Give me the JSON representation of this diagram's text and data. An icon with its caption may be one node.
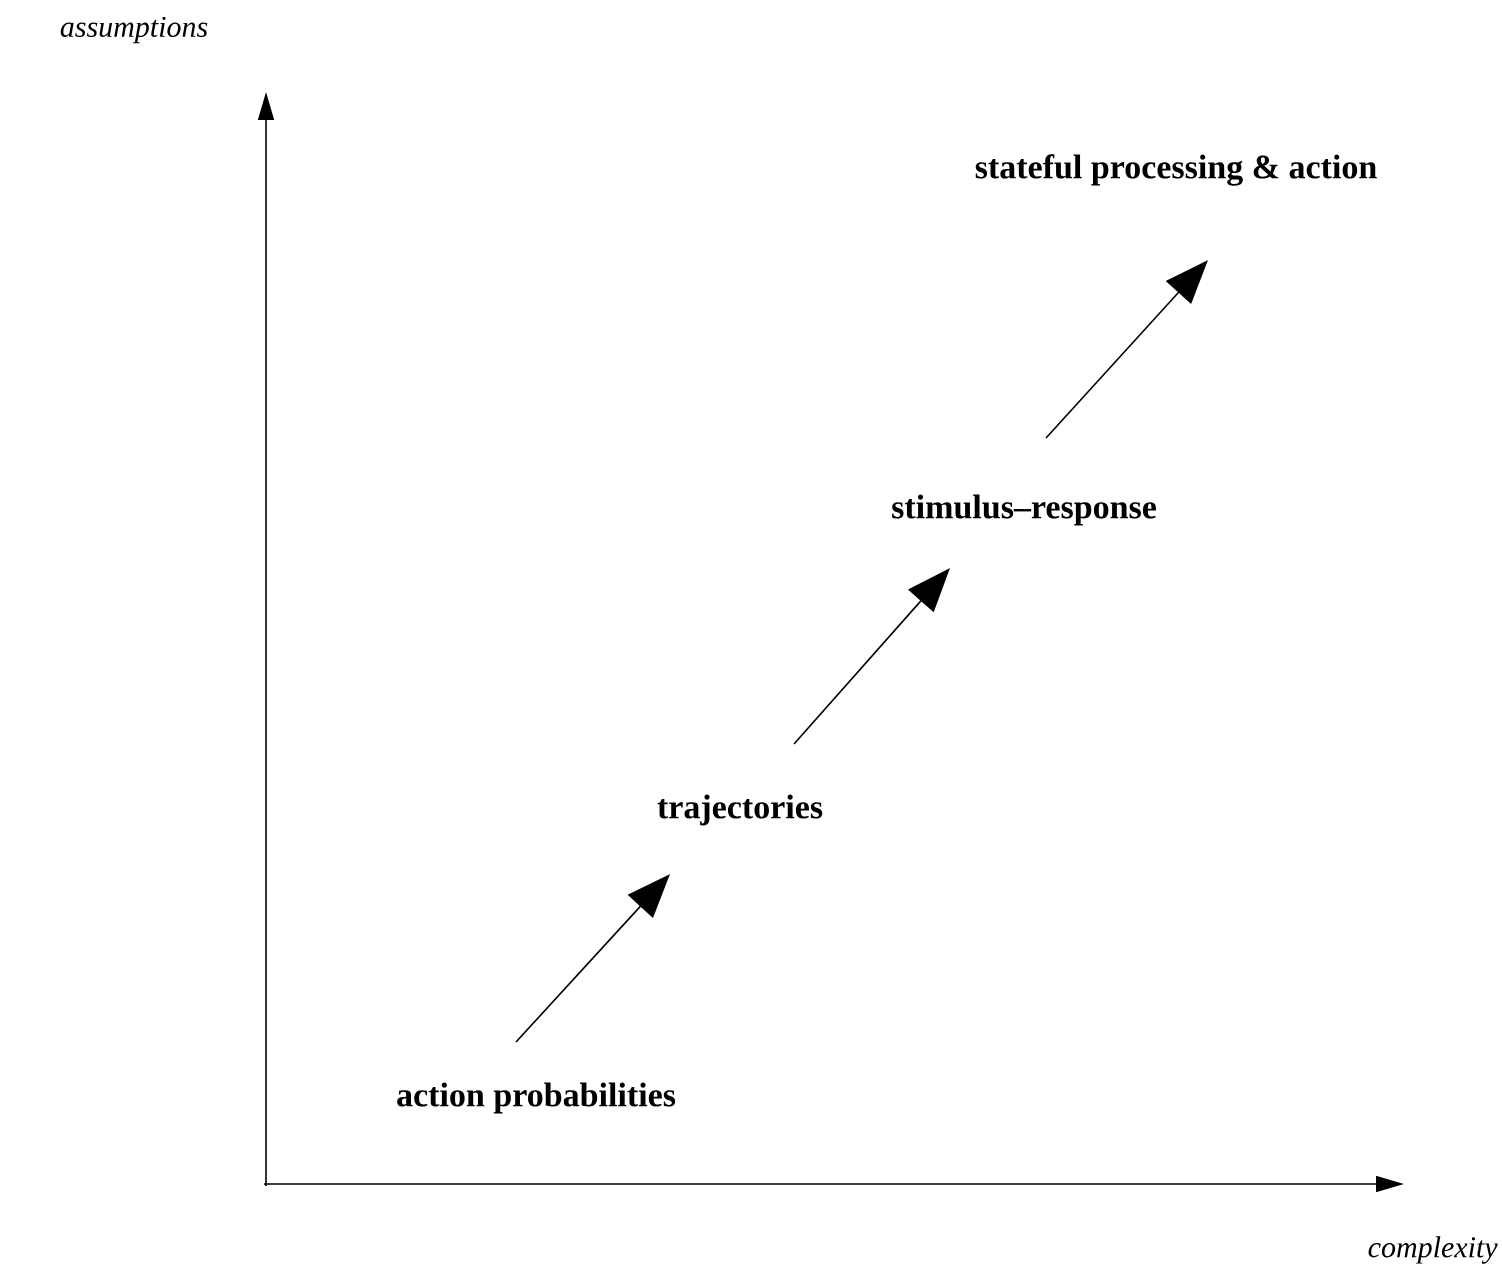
{
  "diagram": {
    "nodes": [
      {
        "text": [
          "action probabilities"
        ]
      },
      {
        "text": [
          "trajectories"
        ]
      },
      {
        "text": [
          "stimulus–response"
        ]
      },
      {
        "text": [
          "stateful processing & action"
        ]
      }
    ],
    "edges": [
      {
        "from": 0,
        "to": 1,
        "arrow": "to"
      },
      {
        "from": 1,
        "to": 2,
        "arrow": "to"
      },
      {
        "from": 2,
        "to": 3,
        "arrow": "to"
      }
    ],
    "labels": [
      "assumptions",
      "complexity"
    ]
  }
}
